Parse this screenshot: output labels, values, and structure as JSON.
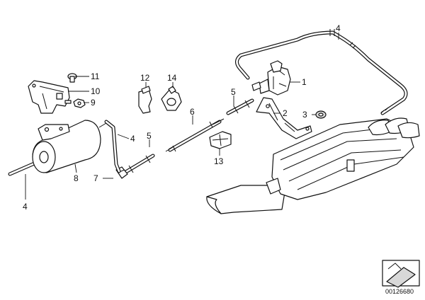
{
  "diagram": {
    "callouts": {
      "c1": "1",
      "c2": "2",
      "c3": "3",
      "c4_top": "4",
      "c4_left": "4",
      "c4_mid": "4",
      "c5_right": "5",
      "c5_left": "5",
      "c6": "6",
      "c7": "7",
      "c8": "8",
      "c9": "9",
      "c10": "10",
      "c11": "11",
      "c12": "12",
      "c13": "13",
      "c14": "14"
    },
    "document_id": "00126680"
  }
}
